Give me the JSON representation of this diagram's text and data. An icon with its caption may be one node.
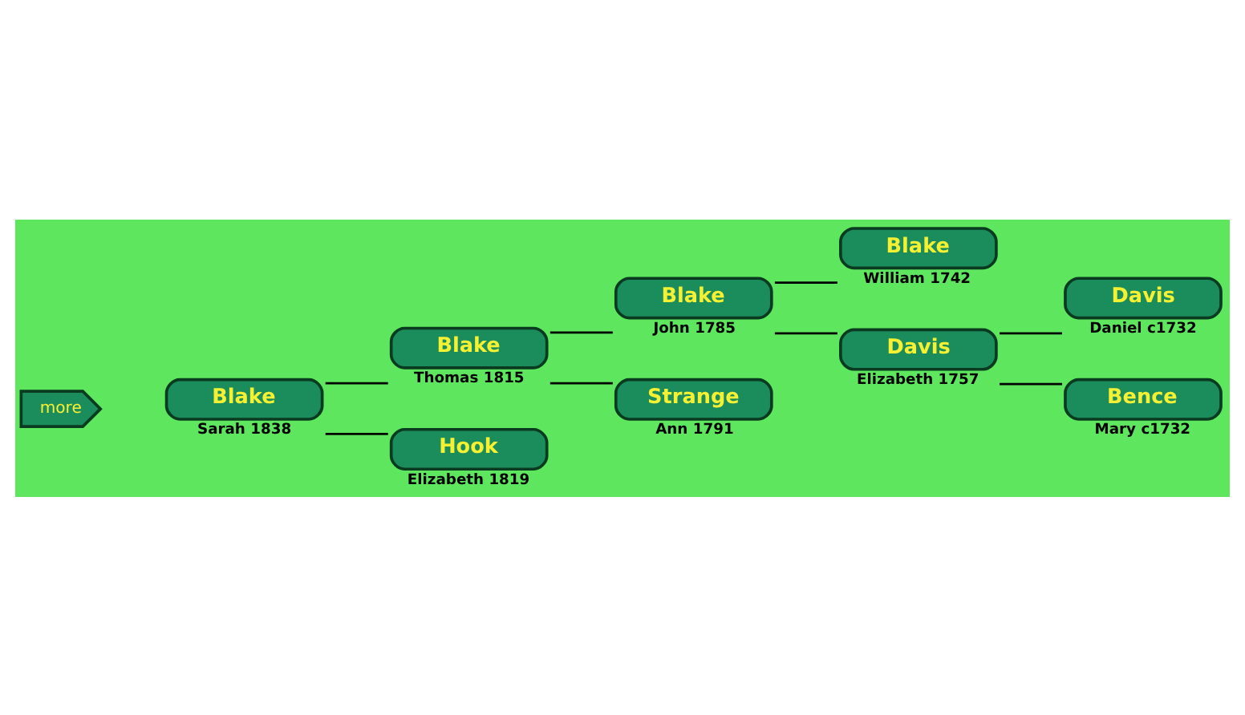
{
  "diagram": {
    "nodes": [
      {
        "text": [
          "more"
        ]
      },
      {
        "text": [
          "Blake"
        ],
        "beside": [
          "Sarah 1838"
        ]
      },
      {
        "text": [
          "Blake"
        ],
        "beside": [
          "Thomas 1815"
        ]
      },
      {
        "text": [
          "Hook"
        ],
        "beside": [
          "Elizabeth 1819"
        ]
      },
      {
        "text": [
          "Blake"
        ],
        "beside": [
          "John 1785"
        ]
      },
      {
        "text": [
          "Strange"
        ],
        "beside": [
          "Ann 1791"
        ]
      },
      {
        "text": [
          "Blake"
        ],
        "beside": [
          "William 1742"
        ]
      },
      {
        "text": [
          "Davis"
        ],
        "beside": [
          "Elizabeth 1757"
        ]
      },
      {
        "text": [
          "Davis"
        ],
        "beside": [
          "Daniel c1732"
        ]
      },
      {
        "text": [
          "Bence"
        ],
        "beside": [
          "Mary c1732"
        ]
      }
    ],
    "edges": [
      {
        "from": 1,
        "to": 2,
        "arrow": "none"
      },
      {
        "from": 1,
        "to": 3,
        "arrow": "none"
      },
      {
        "from": 2,
        "to": 4,
        "arrow": "none"
      },
      {
        "from": 2,
        "to": 5,
        "arrow": "none"
      },
      {
        "from": 4,
        "to": 6,
        "arrow": "none"
      },
      {
        "from": 4,
        "to": 7,
        "arrow": "none"
      },
      {
        "from": 7,
        "to": 8,
        "arrow": "none"
      },
      {
        "from": 7,
        "to": 9,
        "arrow": "none"
      }
    ]
  }
}
